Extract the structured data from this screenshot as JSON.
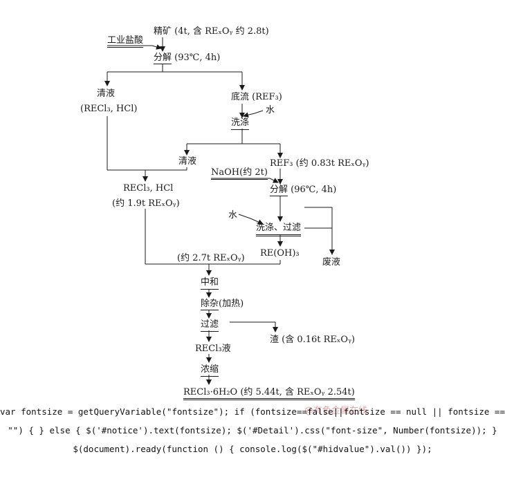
{
  "nodes": {
    "concentrate": "精矿 (4t, 含 REₓOᵧ 约 2.8t)",
    "hcl_industrial": "工业盐酸",
    "decompose1": "分解",
    "decompose1_cond": "(93℃, 4h)",
    "clear_liquid1": "清液",
    "clear_liquid1_comp": "(RECl₃, HCl)",
    "underflow": "底流 (REF₃)",
    "water1": "水",
    "wash1": "洗涤",
    "clear_liquid2": "清液",
    "ref3": "REF₃ (约 0.83t REₓOᵧ)",
    "naoh": "NaOH(约 2t)",
    "decompose2": "分解",
    "decompose2_cond": "(96℃, 4h)",
    "recl3_hcl": "RECl₃, HCl",
    "recl3_hcl_amt": "(约 1.9t REₓOᵧ)",
    "water2": "水",
    "wash_filter": "洗涤、过滤",
    "waste_liquid": "废液",
    "re_oh3": "RE(OH)₃",
    "combined": "(约 2.7t REₓOᵧ)",
    "neutralize": "中和",
    "remove_impurity": "除杂",
    "heating": "(加热)",
    "filter": "过滤",
    "residue": "渣 (含 0.16t REₓOᵧ)",
    "recl3_liquid": "RECl₃液",
    "concentrate_step": "浓缩",
    "product": "RECl₃·6H₂O (约 5.44t, 含 REₓOᵧ 2.54t)"
  },
  "watermark": "@有色金属在线",
  "code_text": "var fontsize = getQueryVariable(\"fontsize\"); if (fontsize==false||fontsize == null || fontsize == \"\") { } else { $('#notice').text(fontsize); $('#Detail').css(\"font-size\", Number(fontsize)); } $(document).ready(function () { console.log($(\"#hidvalue\").val()) });",
  "colors": {
    "ink": "#1a1a1a",
    "watermark": "#e3a8a8"
  }
}
